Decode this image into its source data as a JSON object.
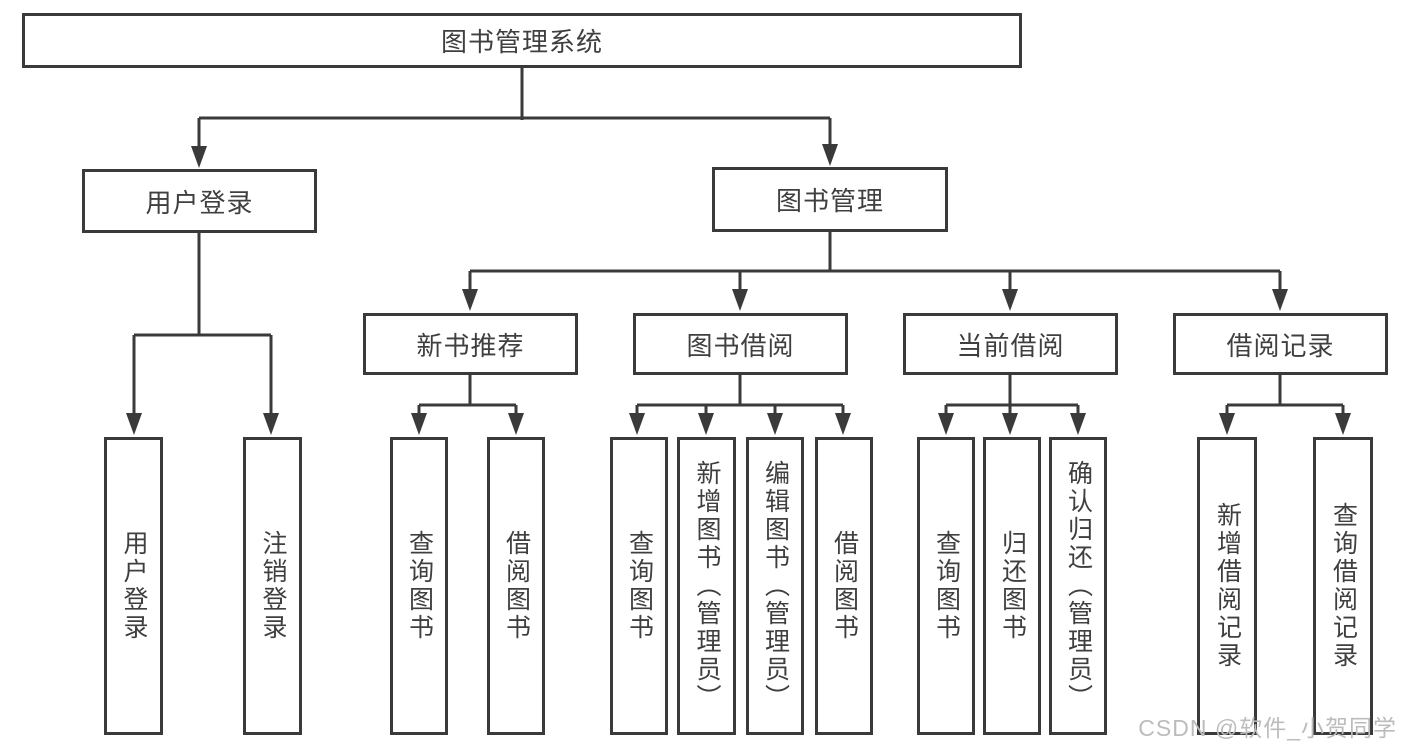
{
  "tree": {
    "label": "图书管理系统",
    "children": [
      {
        "label": "用户登录",
        "children": [
          {
            "label": "用户登录"
          },
          {
            "label": "注销登录"
          }
        ]
      },
      {
        "label": "图书管理",
        "children": [
          {
            "label": "新书推荐",
            "children": [
              {
                "label": "查询图书"
              },
              {
                "label": "借阅图书"
              }
            ]
          },
          {
            "label": "图书借阅",
            "children": [
              {
                "label": "查询图书"
              },
              {
                "label": "新增图书（管理员）"
              },
              {
                "label": "编辑图书（管理员）"
              },
              {
                "label": "借阅图书"
              }
            ]
          },
          {
            "label": "当前借阅",
            "children": [
              {
                "label": "查询图书"
              },
              {
                "label": "归还图书"
              },
              {
                "label": "确认归还（管理员）"
              }
            ]
          },
          {
            "label": "借阅记录",
            "children": [
              {
                "label": "新增借阅记录"
              },
              {
                "label": "查询借阅记录"
              }
            ]
          }
        ]
      }
    ]
  },
  "colors": {
    "line": "#3a3a3a",
    "text": "#3f3f3f",
    "watermark": "#bcbcbc",
    "background": "#ffffff"
  },
  "watermark": "CSDN @软件_小贺同学"
}
